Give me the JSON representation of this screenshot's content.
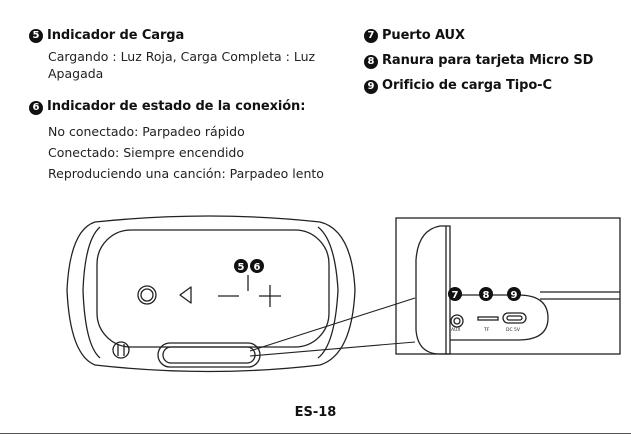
{
  "left_column": {
    "charge_indicator": {
      "number": "5",
      "title": "Indicador de Carga",
      "lines": [
        "Cargando : Luz Roja, Carga Completa : Luz",
        "Apagada"
      ]
    },
    "connection_indicator": {
      "number": "6",
      "title": "Indicador de estado de la conexión:",
      "lines": [
        "No conectado: Parpadeo rápido",
        "Conectado: Siempre encendido",
        "Reproduciendo una canción: Parpadeo lento"
      ]
    }
  },
  "right_column": {
    "items": [
      {
        "number": "7",
        "title": "Puerto AUX"
      },
      {
        "number": "8",
        "title": "Ranura para tarjeta Micro SD"
      },
      {
        "number": "9",
        "title": "Orificio de carga Tipo-C"
      }
    ]
  },
  "illustration": {
    "top_callouts": [
      "5",
      "6"
    ],
    "port_callouts": [
      "7",
      "8",
      "9"
    ],
    "port_labels": [
      "AUX",
      "TF",
      "DC 5V"
    ]
  },
  "page_number": "ES-18"
}
